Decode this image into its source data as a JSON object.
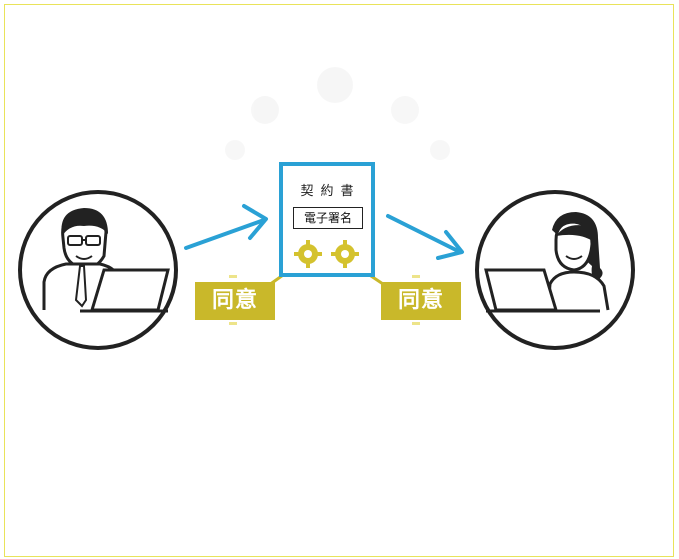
{
  "document": {
    "title": "契約書",
    "signature_label": "電子署名"
  },
  "agreements": {
    "left_label": "同意",
    "right_label": "同意"
  },
  "colors": {
    "arrow": "#2aa1d5",
    "agree_box": "#c9b82a",
    "seal": "#d4c22e",
    "frame": "#e9e35a",
    "line": "#222222"
  },
  "icons": [
    "man-with-laptop-icon",
    "woman-with-laptop-icon",
    "gear-seal-icon",
    "arrow-right-icon"
  ]
}
